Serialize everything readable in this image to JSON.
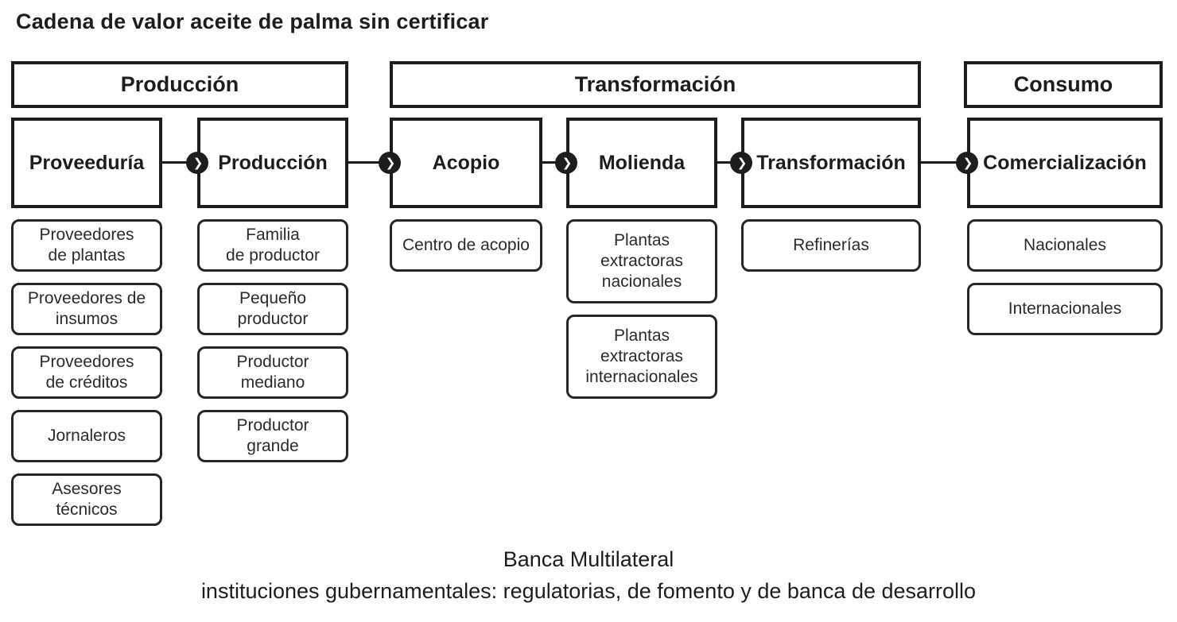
{
  "title": "Cadena de valor aceite de palma sin certificar",
  "phases": [
    {
      "label": "Producción"
    },
    {
      "label": "Transformación"
    },
    {
      "label": "Consumo"
    }
  ],
  "stages": [
    {
      "label": "Proveeduría",
      "items": [
        "Proveedores\nde plantas",
        "Proveedores de\ninsumos",
        "Proveedores\nde créditos",
        "Jornaleros",
        "Asesores\ntécnicos"
      ]
    },
    {
      "label": "Producción",
      "items": [
        "Familia\nde productor",
        "Pequeño\nproductor",
        "Productor\nmediano",
        "Productor\ngrande"
      ]
    },
    {
      "label": "Acopio",
      "items": [
        "Centro de acopio"
      ]
    },
    {
      "label": "Molienda",
      "items": [
        "Plantas\nextractoras\nnacionales",
        "Plantas\nextractoras\ninternacionales"
      ]
    },
    {
      "label": "Transformación",
      "items": [
        "Refinerías"
      ]
    },
    {
      "label": "Comercialización",
      "items": [
        "Nacionales",
        "Internacionales"
      ]
    }
  ],
  "connector": {
    "icon": "chevron-right-icon",
    "glyph": "❯"
  },
  "footer": {
    "line1": "Banca Multilateral",
    "line2": "instituciones gubernamentales: regulatorias, de fomento y de banca de desarrollo"
  },
  "colors": {
    "ink": "#1d1d1b",
    "background": "#ffffff"
  }
}
